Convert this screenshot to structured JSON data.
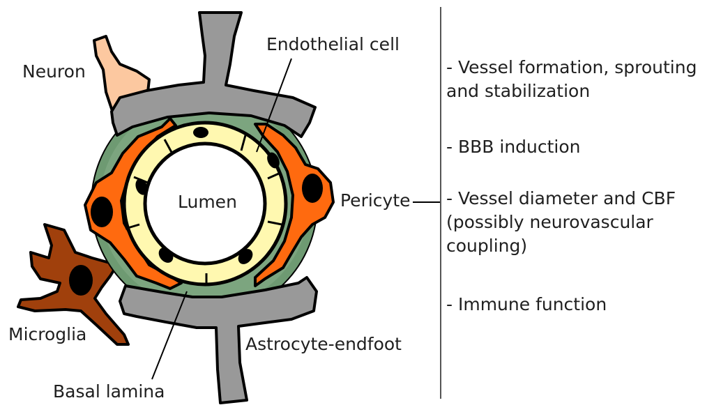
{
  "labels": {
    "neuron": "Neuron",
    "endothelial_cell": "Endothelial cell",
    "lumen": "Lumen",
    "pericyte": "Pericyte",
    "microglia": "Microglia",
    "astrocyte_endfoot": "Astrocyte-endfoot",
    "basal_lamina": "Basal lamina"
  },
  "functions": [
    {
      "line1": "- Vessel formation, sprouting",
      "line2": "and stabilization"
    },
    {
      "line1": "- BBB induction",
      "line2": ""
    },
    {
      "line1": "- Vessel diameter and CBF",
      "line2": "(possibly neurovascular",
      "line3": "coupling)"
    },
    {
      "line1": "- Immune function",
      "line2": ""
    }
  ],
  "colors": {
    "astrocyte": "#999999",
    "basal_lamina": "#6e9a72",
    "pericyte": "#ff6a0f",
    "endothelial": "#fff8b0",
    "microglia": "#a0400c",
    "neuron": "#fcc8a0",
    "nucleus": "#000000"
  }
}
